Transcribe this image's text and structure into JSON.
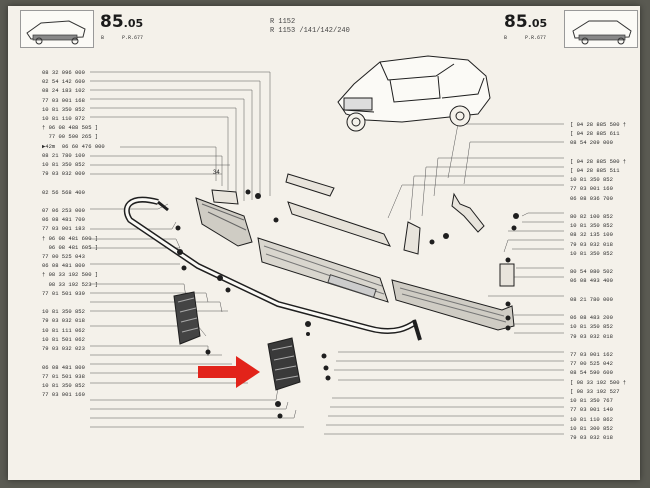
{
  "header": {
    "section_left": "85",
    "section_left_sub": ".05",
    "section_right": "85",
    "section_right_sub": ".05",
    "sub_left_a": "B",
    "sub_left_b": "P.R.677",
    "sub_right_a": "B",
    "sub_right_b": "P.R.677",
    "models_line1": "R 1152",
    "models_line2": "R 1153 /141/142/240"
  },
  "callout": {
    "number": "34"
  },
  "left_parts": [
    "08 32 096 000",
    "02 54 142 600",
    "08 24 183 102",
    "77 03 001 168",
    "10 81 350 852",
    "10 81 110 872",
    "† 06 08 488 505 ]",
    "  77 00 500 265 ]",
    "▶42m  06 60 476 000",
    "08 21 780 100",
    "10 81 350 852",
    "79 03 032 009",
    "",
    "02 56 568 400",
    "",
    "07 06 253 000",
    "06 08 481 700",
    "77 03 001 183",
    "† 06 08 481 600 ]",
    "  06 08 481 605 ]",
    "77 00 525 043",
    "06 08 481 800",
    "† 08 33 192 500 ]",
    "  08 33 192 523 ]",
    "77 01 501 939",
    "",
    "10 81 350 852",
    "79 03 032 018",
    "10 81 111 062",
    "10 81 501 062",
    "79 03 032 023",
    "",
    "06 08 481 800",
    "77 01 501 938",
    "10 81 350 852",
    "77 03 001 160"
  ],
  "right_parts": [
    "[ 04 28 885 500 †",
    "[ 04 28 885 611",
    "08 54 209 000",
    "",
    "[ 04 28 885 500 †",
    "[ 04 28 885 511",
    "10 81 350 852",
    "77 03 001 160",
    "06 08 036 700",
    "",
    "80 82 100 852",
    "10 81 350 852",
    "08 32 135 100",
    "79 03 032 018",
    "10 81 350 852",
    "",
    "80 54 080 502",
    "06 08 493 400",
    "",
    "08 21 780 000",
    "",
    "06 08 483 200",
    "10 81 350 852",
    "79 03 032 018",
    "",
    "77 03 001 162",
    "77 00 525 042",
    "08 54 590 600",
    "[ 08 33 192 500 †",
    "[ 08 33 192 527",
    "10 81 350 767",
    "77 03 001 140",
    "10 81 110 862",
    "10 81 300 852",
    "79 03 032 018"
  ],
  "colors": {
    "paper": "#f4f1ea",
    "ink": "#2a2a2a",
    "arrow": "#e2231a",
    "backdrop": "#5a5a52"
  }
}
